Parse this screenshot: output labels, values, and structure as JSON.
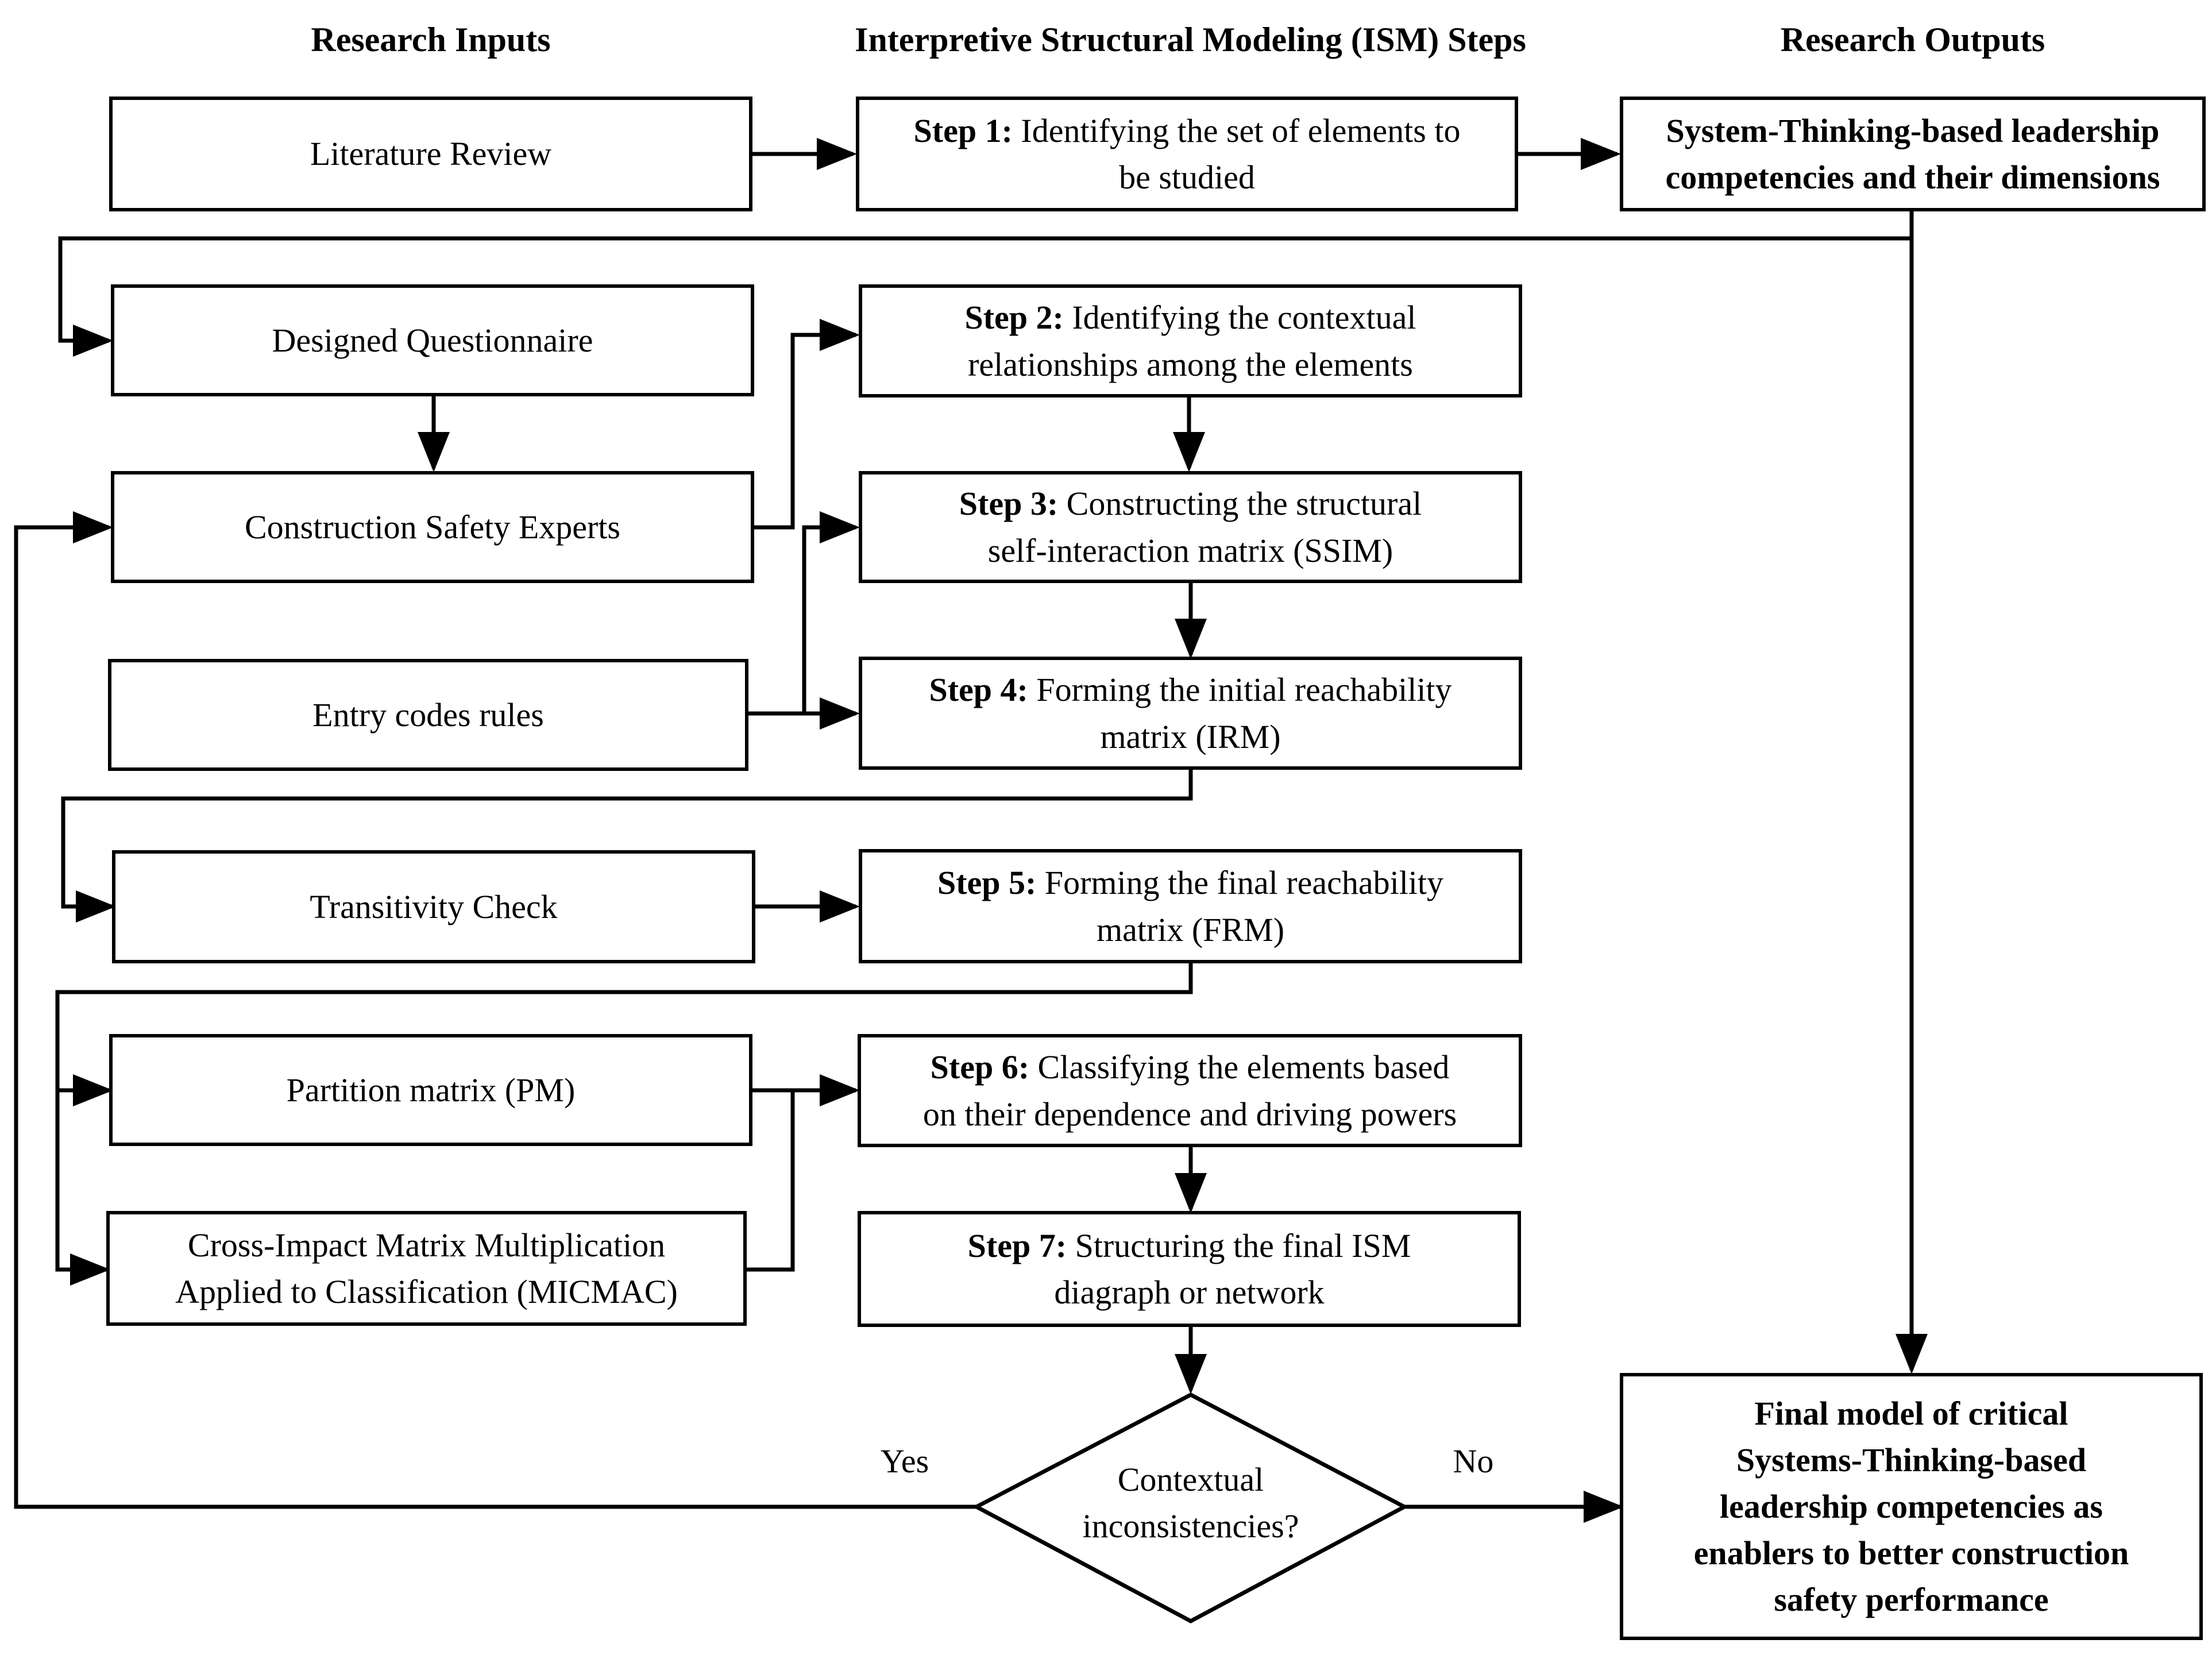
{
  "headers": {
    "inputs": "Research Inputs",
    "steps": "Interpretive Structural Modeling (ISM) Steps",
    "outputs": "Research Outputs"
  },
  "inputs": {
    "literature": "Literature Review",
    "questionnaire": "Designed Questionnaire",
    "experts": "Construction Safety Experts",
    "entry_codes": "Entry codes rules",
    "transitivity": "Transitivity Check",
    "partition": "Partition matrix (PM)",
    "micmac": [
      "Cross-Impact Matrix Multiplication",
      "Applied to Classification (MICMAC)"
    ]
  },
  "steps": [
    {
      "label": "Step 1:",
      "lines": [
        "Identifying the set of elements to",
        "be studied"
      ]
    },
    {
      "label": "Step 2:",
      "lines": [
        "Identifying the contextual",
        "relationships among the elements"
      ]
    },
    {
      "label": "Step 3:",
      "lines": [
        "Constructing the structural",
        "self-interaction matrix (SSIM)"
      ]
    },
    {
      "label": "Step 4:",
      "lines": [
        "Forming the initial reachability",
        "matrix (IRM)"
      ]
    },
    {
      "label": "Step 5:",
      "lines": [
        "Forming the final reachability",
        "matrix (FRM)"
      ]
    },
    {
      "label": "Step 6:",
      "lines": [
        "Classifying the elements based",
        "on their dependence and driving powers"
      ]
    },
    {
      "label": "Step 7:",
      "lines": [
        "Structuring the final ISM",
        "diagraph or network"
      ]
    }
  ],
  "decision": {
    "lines": [
      "Contextual",
      "inconsistencies?"
    ],
    "yes": "Yes",
    "no": "No"
  },
  "outputs": {
    "competencies": [
      "System-Thinking-based leadership",
      "competencies and their dimensions"
    ],
    "final_model": [
      "Final model of critical",
      "Systems-Thinking-based",
      "leadership competencies as",
      "enablers to better construction",
      "safety performance"
    ]
  }
}
